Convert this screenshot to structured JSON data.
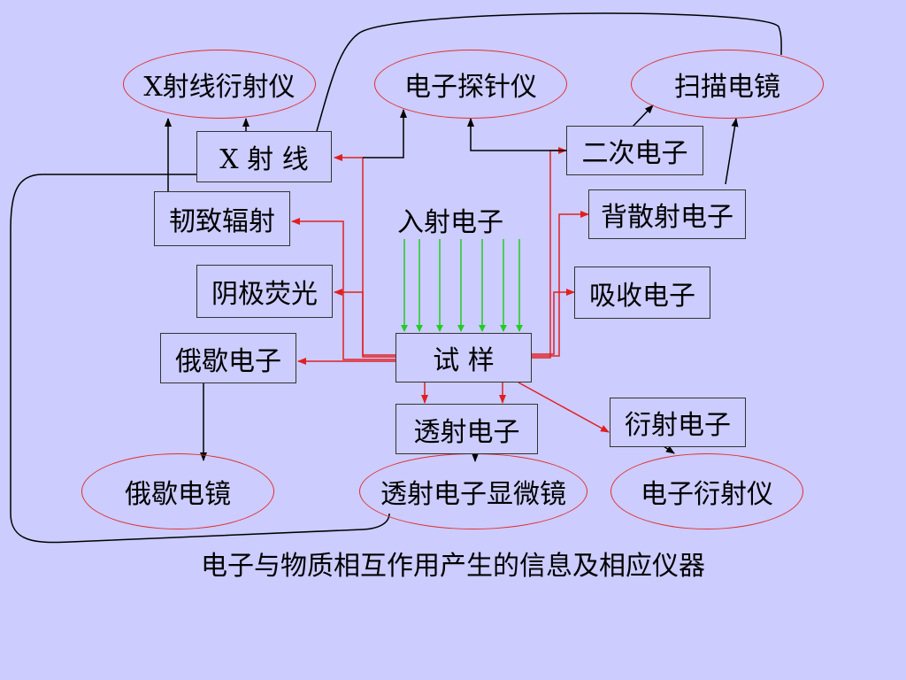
{
  "instruments": {
    "xrd": "X射线衍射仪",
    "probe": "电子探针仪",
    "sem": "扫描电镜",
    "auger_microscope": "俄歇电镜",
    "tem": "透射电子显微镜",
    "electron_diffractometer": "电子衍射仪"
  },
  "signals": {
    "xray": "X 射 线",
    "secondary": "二次电子",
    "bremsstrahlung": "韧致辐射",
    "backscattered": "背散射电子",
    "cathodoluminescence": "阴极荧光",
    "absorbed": "吸收电子",
    "auger": "俄歇电子",
    "transmitted": "透射电子",
    "diffracted": "衍射电子"
  },
  "sample": "试  样",
  "incident": "入射电子",
  "caption": "电子与物质相互作用产生的信息及相应仪器",
  "colors": {
    "background": "#ccccff",
    "signal_arrow": "#e02020",
    "incident_arrow": "#22cc22",
    "instrument_arrow": "#000000",
    "oval_border": "#e03030"
  }
}
